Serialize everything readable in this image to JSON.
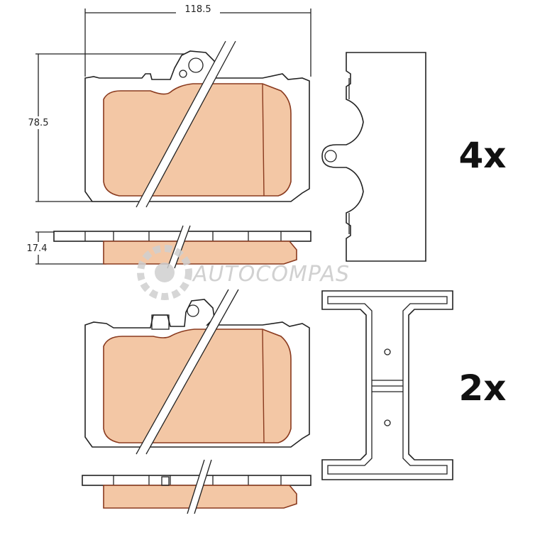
{
  "dimensions": {
    "width_label": "118.5",
    "height_label": "78.5",
    "thickness_label": "17.4"
  },
  "quantities": {
    "shim_qty": "4x",
    "clip_qty": "2x"
  },
  "watermark": {
    "text": "AUTOCOMPAS"
  },
  "colors": {
    "friction_fill": "#f3c7a5",
    "friction_stroke": "#8a3a1e",
    "outline": "#222222",
    "watermark": "#c9c9c9"
  }
}
